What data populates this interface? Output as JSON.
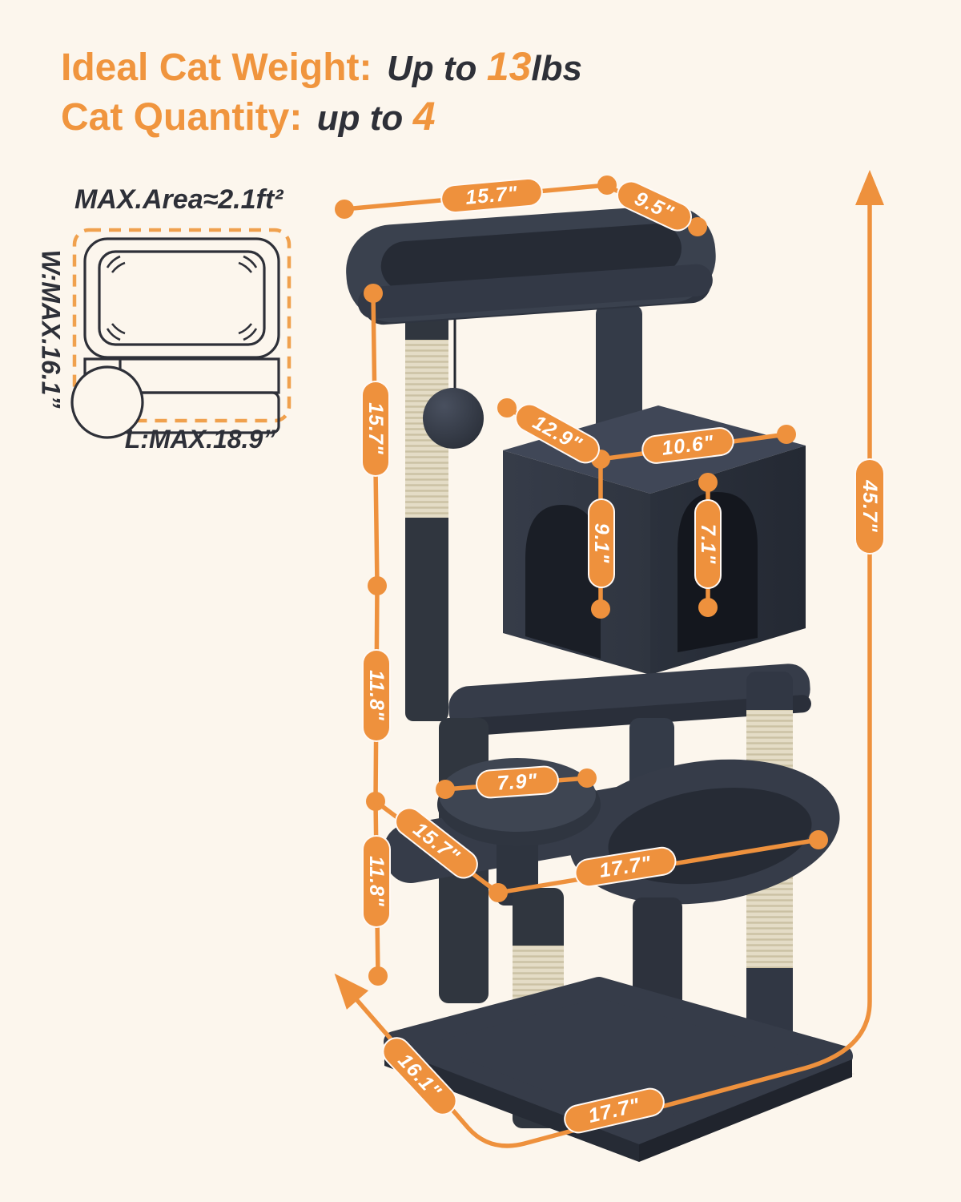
{
  "header": {
    "line1_label": "Ideal Cat Weight:",
    "line1_prefix": "Up to",
    "line1_number": "13",
    "line1_suffix": "lbs",
    "line2_label": "Cat Quantity:",
    "line2_prefix": "up to",
    "line2_number": "4"
  },
  "footprint": {
    "title": "MAX.Area≈2.1ft²",
    "width_label": "W:MAX.16.1”",
    "length_label": "L:MAX.18.9”"
  },
  "dimensions": {
    "top_perch_length": "15.7\"",
    "top_perch_width": "9.5\"",
    "upper_section_height": "15.7\"",
    "middle_section_height": "11.8\"",
    "lower_section_height": "11.8\"",
    "condo_depth": "12.9\"",
    "condo_width": "10.6\"",
    "condo_height": "9.1\"",
    "condo_door_height": "7.1\"",
    "top_seat_diameter": "7.9\"",
    "hammock_depth": "15.7\"",
    "hammock_width": "17.7\"",
    "total_height": "45.7\"",
    "base_depth": "16.1\"",
    "base_width": "17.7\""
  },
  "colors": {
    "background": "#FCF6ED",
    "accent_orange": "#EE913D",
    "header_orange": "#F0953E",
    "dark_text": "#2E3038",
    "tree_dark": "#343A46",
    "tree_top": "#3F4654",
    "tree_shadow": "#262B34",
    "sisal": "#E4DCC6"
  }
}
